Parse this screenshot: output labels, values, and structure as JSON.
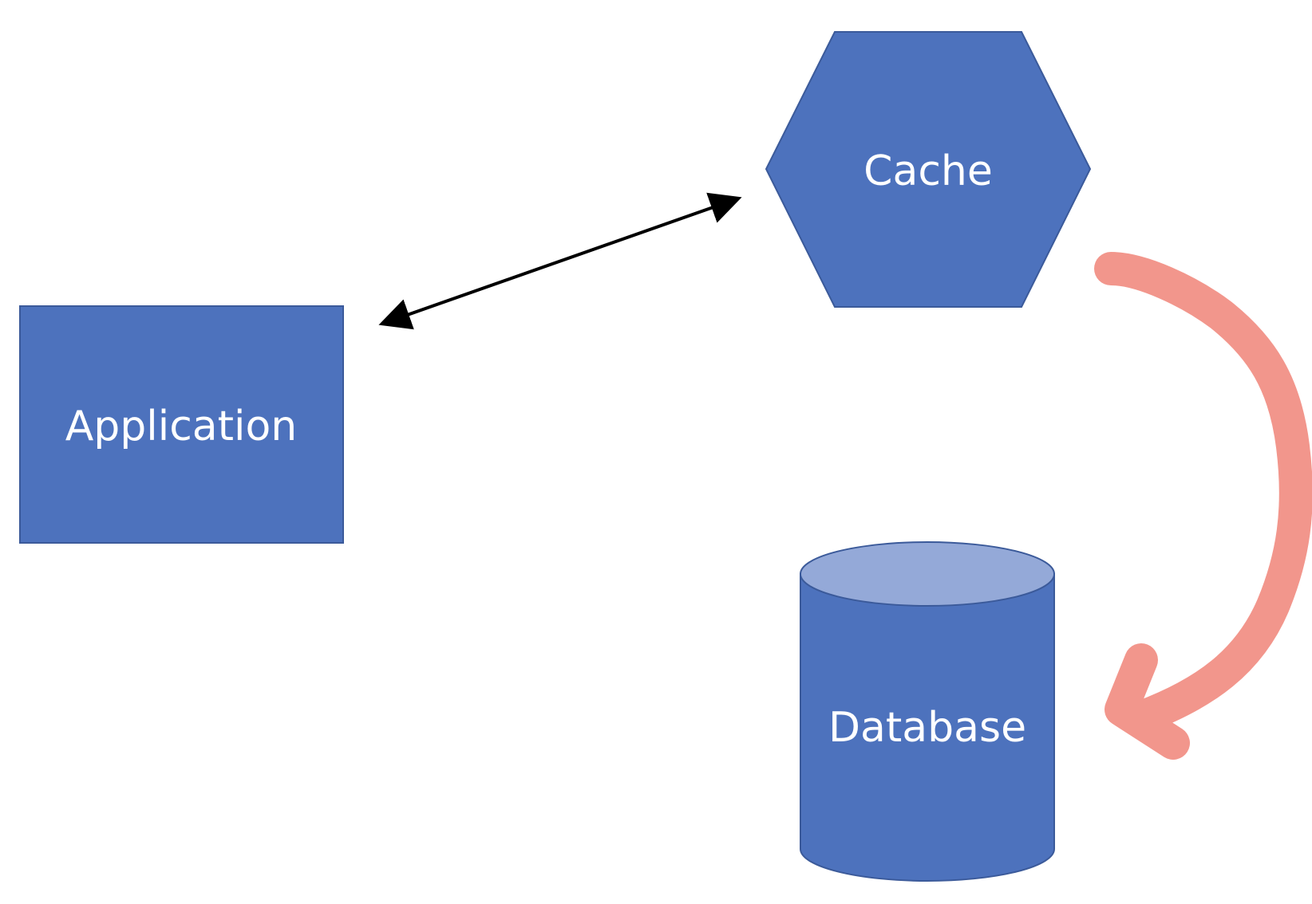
{
  "diagram": {
    "nodes": {
      "application": {
        "label": "Application",
        "shape": "rectangle"
      },
      "cache": {
        "label": "Cache",
        "shape": "hexagon"
      },
      "database": {
        "label": "Database",
        "shape": "cylinder"
      }
    },
    "edges": [
      {
        "from": "application",
        "to": "cache",
        "style": "bidirectional-arrow",
        "color": "#000000"
      },
      {
        "from": "cache",
        "to": "database",
        "style": "hand-drawn-curved-arrow",
        "color": "#f2968c"
      }
    ]
  },
  "colors": {
    "node_fill": "#4d72bd",
    "node_stroke": "#3b5a9a",
    "cylinder_top": "#94a9d8",
    "curved_arrow": "#f2968c",
    "arrow": "#000000",
    "background": "#ffffff"
  }
}
